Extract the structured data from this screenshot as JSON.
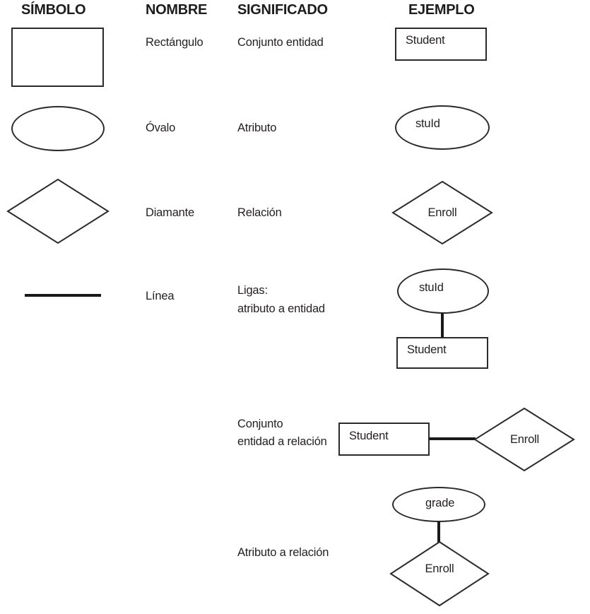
{
  "headers": {
    "simbolo": "SÍMBOLO",
    "nombre": "NOMBRE",
    "significado": "SIGNIFICADO",
    "ejemplo": "EJEMPLO"
  },
  "colors": {
    "ink": "#231f20",
    "shape_stroke": "#2b2b2b",
    "connector": "#1a1a1a",
    "background": "#ffffff"
  },
  "rows": [
    {
      "symbol": "rectangle",
      "nombre": "Rectángulo",
      "significado": "Conjunto entidad",
      "ejemplo": {
        "entity": "Student"
      }
    },
    {
      "symbol": "oval",
      "nombre": "Óvalo",
      "significado": "Atributo",
      "ejemplo": {
        "attribute": "stuId"
      }
    },
    {
      "symbol": "diamond",
      "nombre": "Diamante",
      "significado": "Relación",
      "ejemplo": {
        "relationship": "Enroll"
      }
    },
    {
      "symbol": "line",
      "nombre": "Línea",
      "significado_lines": [
        "Ligas:",
        "atributo a entidad"
      ],
      "ejemplo": {
        "attribute": "stuId",
        "entity": "Student"
      }
    },
    {
      "significado_lines": [
        "Conjunto",
        "entidad a relación"
      ],
      "ejemplo": {
        "entity": "Student",
        "relationship": "Enroll"
      }
    },
    {
      "significado": "Atributo a relación",
      "ejemplo": {
        "attribute": "grade",
        "relationship": "Enroll"
      }
    }
  ]
}
